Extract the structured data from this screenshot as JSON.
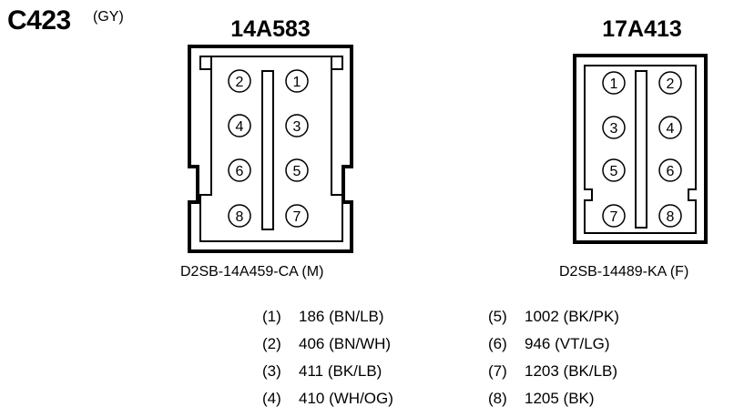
{
  "connector": {
    "id": "C423",
    "color": "(GY)"
  },
  "left": {
    "name": "14A583",
    "part": "D2SB-14A459-CA (M)",
    "pins": [
      "2",
      "1",
      "4",
      "3",
      "6",
      "5",
      "8",
      "7"
    ]
  },
  "right": {
    "name": "17A413",
    "part": "D2SB-14489-KA (F)",
    "pins": [
      "1",
      "2",
      "3",
      "4",
      "5",
      "6",
      "7",
      "8"
    ]
  },
  "pinout_left": [
    {
      "num": "(1)",
      "desc": "186 (BN/LB)"
    },
    {
      "num": "(2)",
      "desc": "406 (BN/WH)"
    },
    {
      "num": "(3)",
      "desc": "411 (BK/LB)"
    },
    {
      "num": "(4)",
      "desc": "410 (WH/OG)"
    }
  ],
  "pinout_right": [
    {
      "num": "(5)",
      "desc": "1002 (BK/PK)"
    },
    {
      "num": "(6)",
      "desc": "946 (VT/LG)"
    },
    {
      "num": "(7)",
      "desc": "1203 (BK/LB)"
    },
    {
      "num": "(8)",
      "desc": "1205 (BK)"
    }
  ]
}
